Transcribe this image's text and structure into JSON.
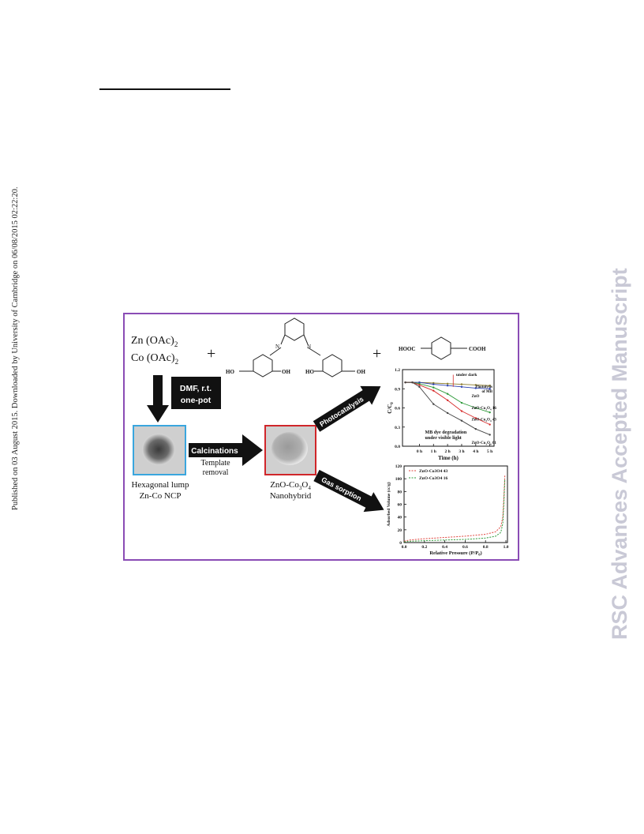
{
  "side_note": "Published on 03 August 2015. Downloaded by University of Cambridge on 06/08/2015 02:22:20.",
  "watermark": "RSC Advances Accepted Manuscript",
  "graphic": {
    "reagent1": "Zn (OAc)",
    "reagent2": "Co (OAc)",
    "sub2": "2",
    "plus": "+",
    "ligand_n": "N",
    "ligand_ho": "HO",
    "ligand_oh": "OH",
    "acid_left": "HOOC",
    "acid_right": "COOH",
    "dmf_1": "DMF, r.t.",
    "dmf_2": "one-pot",
    "calcinations": "Calcinations",
    "template_1": "Template",
    "template_2": "removal",
    "label1_a": "Hexagonal lump",
    "label1_b": "Zn-Co NCP",
    "label2_a": "ZnO-Co",
    "label2_b": "Nanohybrid",
    "sub3": "3",
    "sub4": "4",
    "photocatalysis": "Photocatalysis",
    "gas_sorption": "Gas sorption"
  },
  "chart_data": [
    {
      "type": "line",
      "xlabel": "Time (h)",
      "ylabel": "C/C",
      "ylabel_sub": "0",
      "categories": [
        "0 h",
        "1 h",
        "2 h",
        "3 h",
        "4 h",
        "5 h"
      ],
      "y_ticks": [
        "0.0",
        "0.3",
        "0.6",
        "0.9",
        "1.2"
      ],
      "ylim": [
        0,
        1.2
      ],
      "annotations": [
        "under dark",
        "Photolysis",
        "of MB",
        "MB dye degradation",
        "under visible light"
      ],
      "series": [
        {
          "name": "Photolysis of MB",
          "color": "#8a7a2a",
          "x": [
            -1,
            -0.5,
            0,
            1,
            2,
            3,
            4,
            5
          ],
          "y": [
            1.0,
            1.0,
            1.0,
            0.99,
            0.98,
            0.97,
            0.96,
            0.95
          ]
        },
        {
          "name": "ZnO",
          "color": "#2a3fb0",
          "x": [
            -1,
            -0.5,
            0,
            1,
            2,
            3,
            4,
            5
          ],
          "y": [
            1.0,
            1.0,
            1.0,
            0.97,
            0.95,
            0.93,
            0.91,
            0.9
          ]
        },
        {
          "name": "ZnO-Co3O4 16",
          "color": "#2e9a3a",
          "x": [
            -1,
            -0.5,
            0,
            1,
            2,
            3,
            4,
            5
          ],
          "y": [
            1.0,
            1.0,
            0.98,
            0.92,
            0.82,
            0.68,
            0.6,
            0.53
          ]
        },
        {
          "name": "ZnO-Co3O4 43",
          "color": "#d62a2a",
          "x": [
            -1,
            -0.5,
            0,
            1,
            2,
            3,
            4,
            5
          ],
          "y": [
            1.0,
            1.0,
            0.96,
            0.87,
            0.72,
            0.55,
            0.44,
            0.34
          ]
        },
        {
          "name": "ZnO-Co3O4 61",
          "color": "#444444",
          "x": [
            -1,
            -0.5,
            0,
            1,
            2,
            3,
            4,
            5
          ],
          "y": [
            1.0,
            1.0,
            0.93,
            0.66,
            0.52,
            0.4,
            0.27,
            0.18
          ]
        }
      ],
      "series_labels": [
        {
          "main": "ZnO",
          "o": "",
          "sub3": "",
          "four": "",
          "n": ""
        },
        {
          "main": "ZnO-Co",
          "o": "O",
          "sub3": "3",
          "four": "4",
          "n": " 16"
        },
        {
          "main": "ZnO-Co",
          "o": "O",
          "sub3": "3",
          "four": "4",
          "n": " 43"
        },
        {
          "main": "ZnO-Co",
          "o": "O",
          "sub3": "3",
          "four": "4",
          "n": " 61"
        }
      ]
    },
    {
      "type": "line",
      "xlabel": "Relative Pressure (P/P",
      "xlabel_sub": "0",
      "xlabel_end": ")",
      "ylabel": "Adsorbed Volume (cc/g)",
      "x_ticks": [
        "0.0",
        "0.2",
        "0.4",
        "0.6",
        "0.8",
        "1.0"
      ],
      "y_ticks": [
        "0",
        "20",
        "40",
        "60",
        "80",
        "100",
        "120"
      ],
      "xlim": [
        0,
        1.0
      ],
      "ylim": [
        0,
        120
      ],
      "legend": [
        "ZnO-Co3O4 43",
        "ZnO-Co3O4 16"
      ],
      "series": [
        {
          "name": "ZnO-Co3O4 43",
          "color": "#e0463e",
          "x": [
            0.0,
            0.05,
            0.2,
            0.4,
            0.6,
            0.8,
            0.9,
            0.95,
            0.97,
            0.98,
            0.99
          ],
          "y": [
            2,
            4,
            6,
            8,
            10,
            13,
            17,
            25,
            40,
            70,
            105
          ]
        },
        {
          "name": "ZnO-Co3O4 16",
          "color": "#2e9a3a",
          "x": [
            0.0,
            0.05,
            0.2,
            0.4,
            0.6,
            0.8,
            0.9,
            0.95,
            0.97,
            0.98,
            0.99
          ],
          "y": [
            1,
            2,
            3,
            4,
            5,
            7,
            10,
            16,
            30,
            60,
            100
          ]
        }
      ]
    }
  ]
}
